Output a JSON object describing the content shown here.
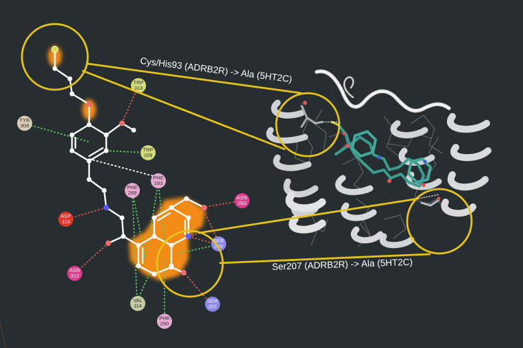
{
  "callouts": {
    "top": "Cys/His93 (ADRB2R) -> Ala (5HT2C)",
    "bottom": "Ser207 (ADRB2R) -> Ala (5HT2C)"
  },
  "residues": [
    {
      "id": "trp313",
      "name": "TRP",
      "num": "313",
      "color": "#d4dc7a",
      "text": "dark"
    },
    {
      "id": "tyr308",
      "name": "TYR",
      "num": "308",
      "color": "#d9cbb4",
      "text": "dark"
    },
    {
      "id": "trp109",
      "name": "TRP",
      "num": "109",
      "color": "#d4dc7a",
      "text": "dark"
    },
    {
      "id": "phe193",
      "name": "PHE",
      "num": "193",
      "color": "#e8a9d3",
      "text": "dark"
    },
    {
      "id": "phe289",
      "name": "PHE",
      "num": "289",
      "color": "#e8a9d3",
      "text": "dark"
    },
    {
      "id": "asn293",
      "name": "ASN",
      "num": "293",
      "color": "#de3d8e",
      "text": "light"
    },
    {
      "id": "asp113",
      "name": "ASP",
      "num": "113",
      "color": "#d83a2a",
      "text": "light"
    },
    {
      "id": "ser203",
      "name": "SER",
      "num": "203",
      "color": "#8c87e8",
      "text": "light"
    },
    {
      "id": "asn312",
      "name": "ASN",
      "num": "312",
      "color": "#de3d8e",
      "text": "light"
    },
    {
      "id": "val114",
      "name": "VAL",
      "num": "114",
      "color": "#c9cba6",
      "text": "dark"
    },
    {
      "id": "ser207",
      "name": "SER",
      "num": "207",
      "color": "#8c87e8",
      "text": "light"
    },
    {
      "id": "phe290",
      "name": "PHE",
      "num": "290",
      "color": "#e8a9d3",
      "text": "dark"
    }
  ],
  "colors": {
    "background": "#262e32",
    "callout": "#e6c21a",
    "highlight": "#f28a12",
    "ligand_bond": "#ffffff",
    "protein_ribbon": "#dcdcdc",
    "ligand_3d": "#3d9b8f",
    "hbond": "#e0574a",
    "pi_stack": "#5ec85a",
    "hydrophobic": "#ffffff"
  }
}
